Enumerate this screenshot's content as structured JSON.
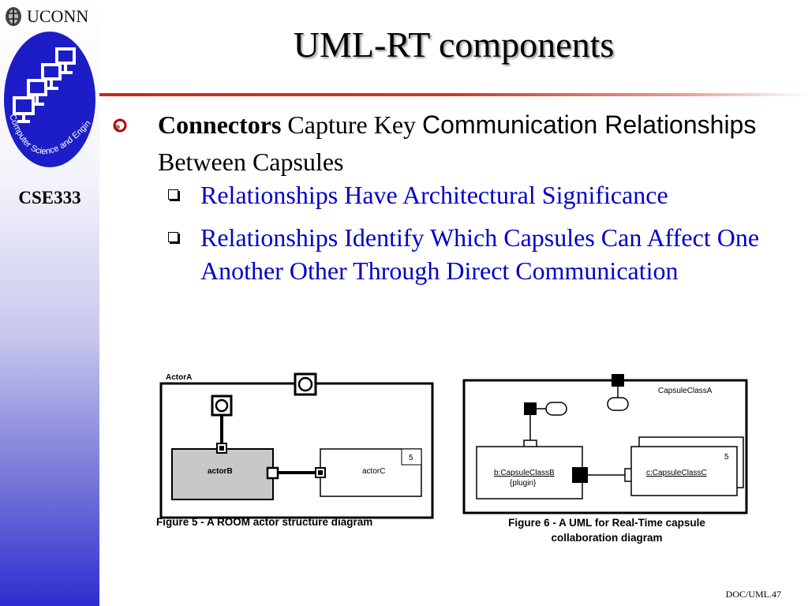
{
  "sidebar": {
    "brand": "UCONN",
    "logo_text": "Computer Science and Engineering",
    "course_code": "CSE333"
  },
  "slide": {
    "title": "UML-RT components",
    "main_bullet": {
      "part1_bold": "Connectors",
      "part2": " Capture Key ",
      "part3": "Communication Relationships",
      "part4": " Between Capsules"
    },
    "sub_bullets": [
      "Relationships Have Architectural Significance",
      "Relationships Identify Which Capsules Can Affect One Another Other Through Direct Communication"
    ]
  },
  "figure5": {
    "container_label": "ActorA",
    "actorB_label": "actorB",
    "actorC_label": "actorC",
    "actorC_multiplicity": "5",
    "caption": "Figure 5 - A ROOM actor structure diagram"
  },
  "figure6": {
    "container_label": "CapsuleClassA",
    "left_line1": "b:CapsuleClassB",
    "left_line2": "{plugin}",
    "right_label": "c:CapsuleClassC",
    "right_multiplicity": "5",
    "caption_line1": "Figure 6 - A UML for Real-Time capsule",
    "caption_line2": "collaboration diagram"
  },
  "footer": {
    "page_ref": "DOC/UML.47"
  },
  "colors": {
    "sub_bullet_text": "#0000cc",
    "rule": "#c8281e",
    "logo_blue": "#1d1dc8",
    "actorB_fill": "#c8c8c8"
  },
  "icons": {
    "main_bullet": "circle-bullet-icon",
    "sub_bullet": "square-bullet-icon",
    "brand": "uconn-seal-icon",
    "logo": "cse-network-logo"
  }
}
